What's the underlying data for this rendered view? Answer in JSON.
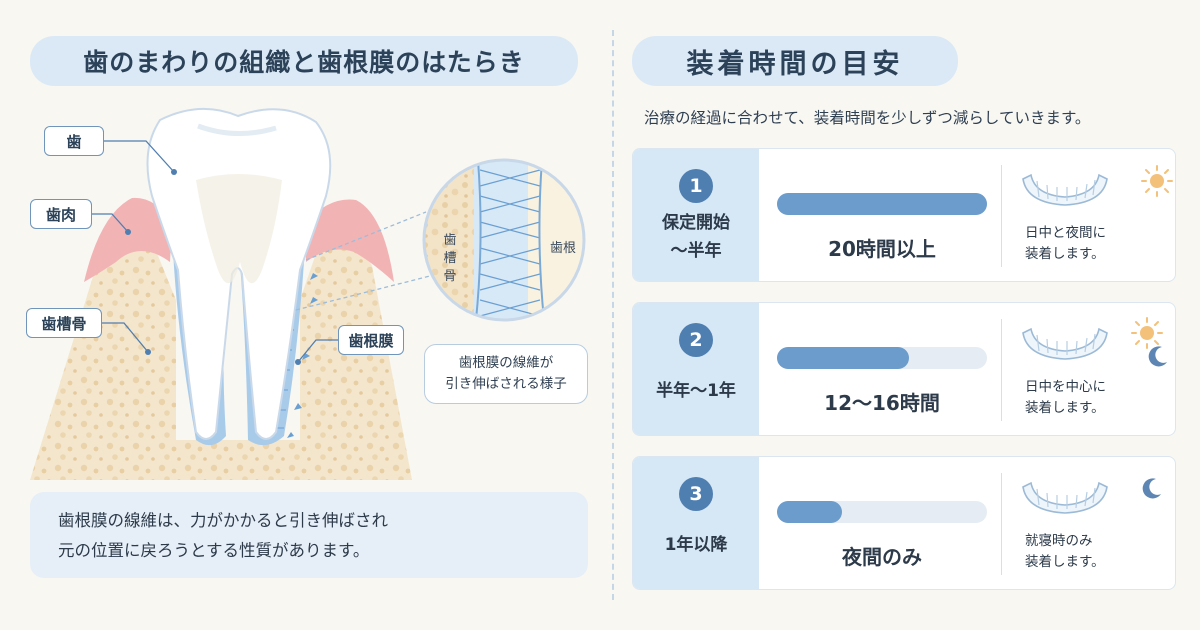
{
  "left": {
    "title": "歯のまわりの組織と歯根膜のはたらき",
    "labels": {
      "tooth": "歯",
      "gum": "歯肉",
      "bone": "歯槽骨",
      "pdl": "歯根膜"
    },
    "zoom": {
      "bone_label": "歯槽骨",
      "root_label": "歯根",
      "caption_line1": "歯根膜の線維が",
      "caption_line2": "引き伸ばされる様子"
    },
    "note_line1": "歯根膜の線維は、力がかかると引き伸ばされ",
    "note_line2": "元の位置に戻ろうとする性質があります。"
  },
  "right": {
    "title": "装着時間の目安",
    "subtitle": "治療の経過に合わせて、装着時間を少しずつ減らしていきます。",
    "stages": [
      {
        "number": "1",
        "period_line1": "保定開始",
        "period_line2": "〜半年",
        "hours": "20時間以上",
        "bar_fraction": 1.0,
        "desc_line1": "日中と夜間に",
        "desc_line2": "装着します。",
        "icons": [
          "retainer-icon",
          "sun-icon"
        ]
      },
      {
        "number": "2",
        "period_line1": "半年〜1年",
        "period_line2": "",
        "hours": "12〜16時間",
        "bar_fraction": 0.63,
        "desc_line1": "日中を中心に",
        "desc_line2": "装着します。",
        "icons": [
          "retainer-icon",
          "sun-icon",
          "moon-icon"
        ]
      },
      {
        "number": "3",
        "period_line1": "1年以降",
        "period_line2": "",
        "hours": "夜間のみ",
        "bar_fraction": 0.31,
        "desc_line1": "就寝時のみ",
        "desc_line2": "装着します。",
        "icons": [
          "retainer-icon",
          "moon-icon"
        ]
      }
    ]
  },
  "colors": {
    "accent": "#4f7eb1",
    "bar": "#6b9ccc",
    "panel": "#d6e7f5",
    "gum": "#f2b3b5",
    "bone": "#f4e6cc",
    "pdl": "#8fb8e0"
  }
}
